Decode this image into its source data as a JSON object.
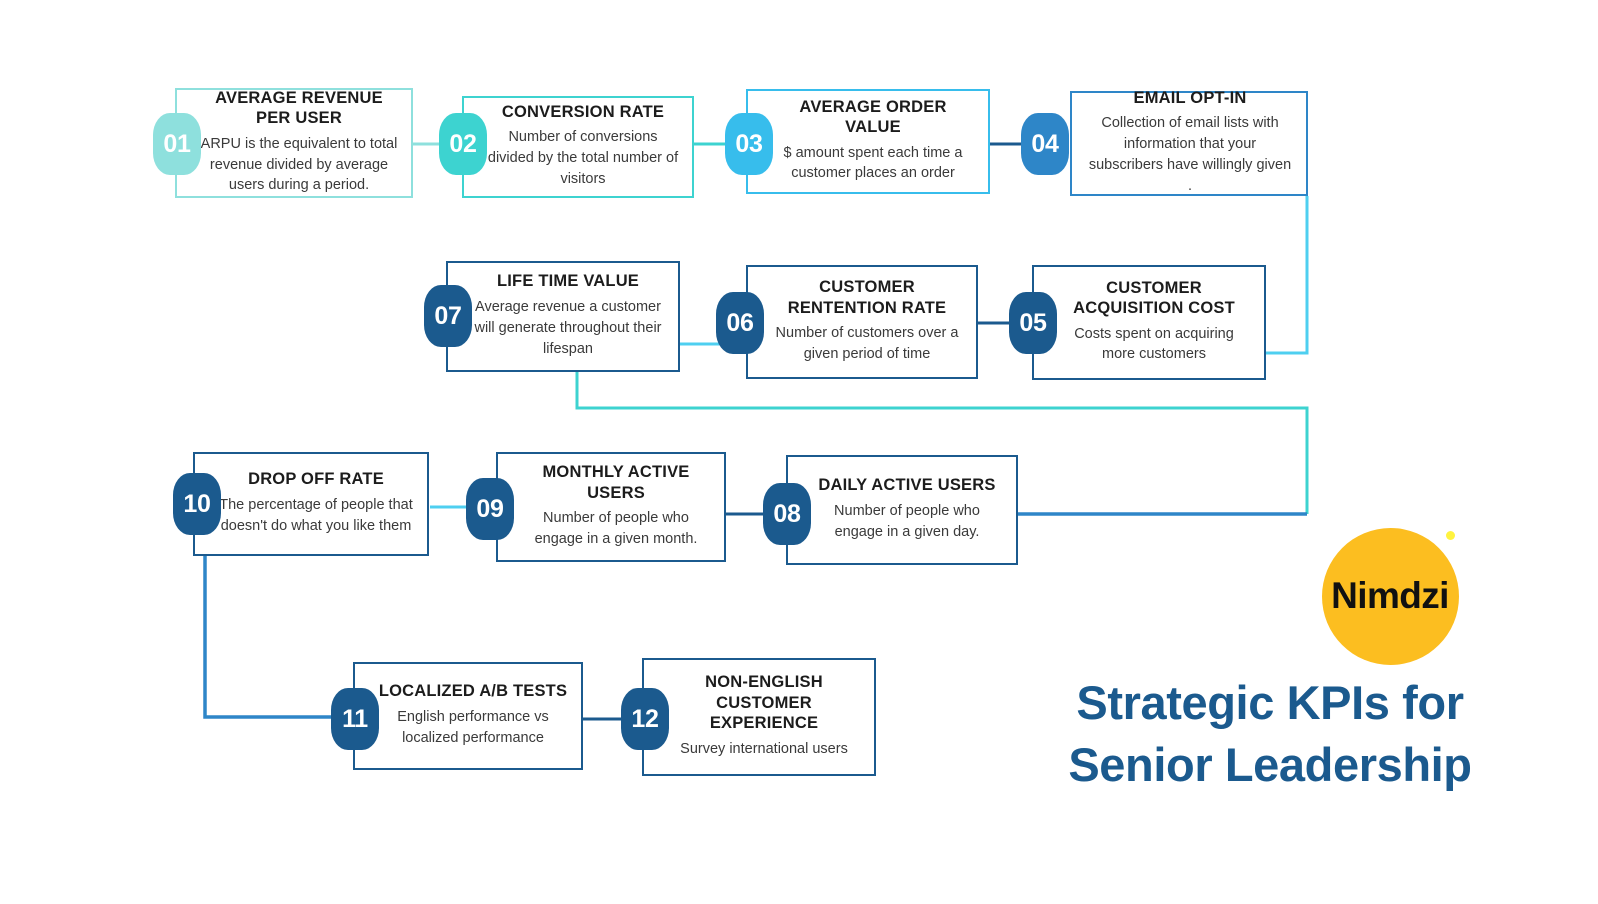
{
  "palette": {
    "teal_light": "#8ee0dd",
    "teal": "#3dd3d0",
    "sky": "#37bdec",
    "blue": "#2e86c8",
    "navy": "#1b5a8e",
    "logo_yellow": "#fcbe20",
    "logo_dot": "#fff33f",
    "text_dark": "#1c1c1c",
    "text_body": "#3a3a3a",
    "background": "#ffffff"
  },
  "branding": {
    "logo_text": "Nimdzi",
    "headline_line1": "Strategic KPIs for",
    "headline_line2": "Senior Leadership"
  },
  "kpis": [
    {
      "number": "01",
      "title": "AVERAGE REVENUE PER USER",
      "description": "ARPU is the equivalent to total revenue divided by average users during a period.",
      "color": "#8ee0dd"
    },
    {
      "number": "02",
      "title": "CONVERSION RATE",
      "description": "Number of conversions divided by the total number of visitors",
      "color": "#3dd3d0"
    },
    {
      "number": "03",
      "title": "AVERAGE ORDER VALUE",
      "description": "$ amount spent each time a customer places an order",
      "color": "#37bdec"
    },
    {
      "number": "04",
      "title": "EMAIL OPT-IN",
      "description": "Collection of email lists with information that your subscribers have willingly given .",
      "color": "#2e86c8"
    },
    {
      "number": "05",
      "title": "CUSTOMER ACQUISITION COST",
      "description": "Costs spent on acquiring more customers",
      "color": "#1b5a8e"
    },
    {
      "number": "06",
      "title": "CUSTOMER RENTENTION RATE",
      "description": "Number of customers  over a given period of time",
      "color": "#1b5a8e"
    },
    {
      "number": "07",
      "title": "LIFE TIME VALUE",
      "description": "Average revenue  a customer will generate throughout their lifespan",
      "color": "#1b5a8e"
    },
    {
      "number": "08",
      "title": "DAILY ACTIVE USERS",
      "description": "Number of people who engage in a given day.",
      "color": "#1b5a8e"
    },
    {
      "number": "09",
      "title": "MONTHLY ACTIVE USERS",
      "description": "Number of people who engage in a given month.",
      "color": "#1b5a8e"
    },
    {
      "number": "10",
      "title": "DROP OFF RATE",
      "description": "The percentage of people that doesn't do what you like them",
      "color": "#1b5a8e"
    },
    {
      "number": "11",
      "title": "LOCALIZED A/B TESTS",
      "description": "English performance vs localized performance",
      "color": "#1b5a8e"
    },
    {
      "number": "12",
      "title": "NON-ENGLISH CUSTOMER EXPERIENCE",
      "description": "Survey international users",
      "color": "#1b5a8e"
    }
  ]
}
